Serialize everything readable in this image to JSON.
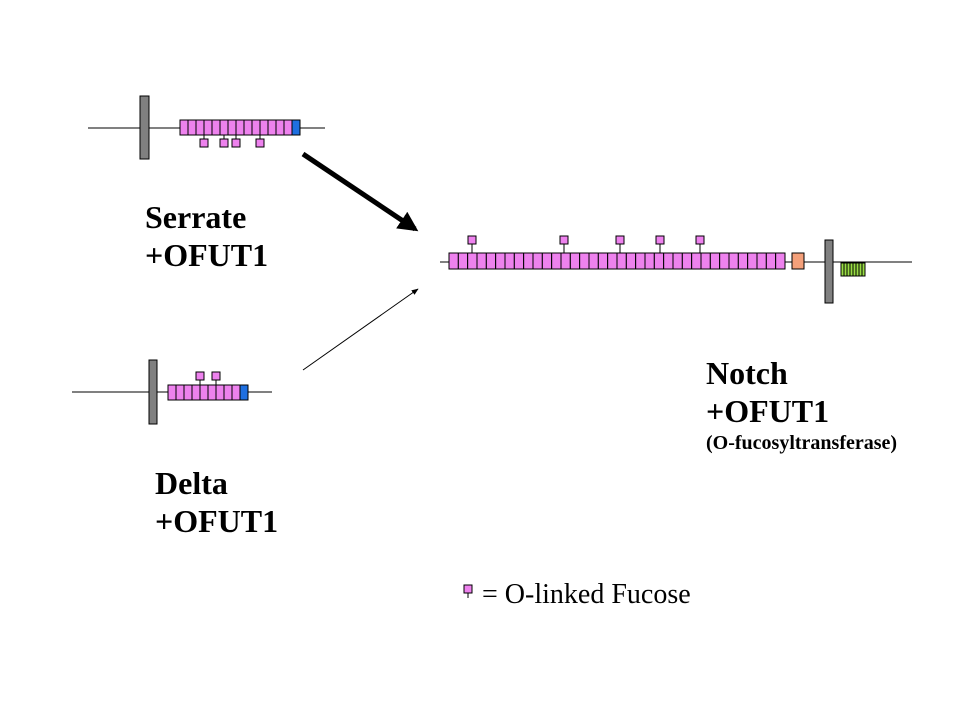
{
  "serrate": {
    "name": "Serrate",
    "modifier": "+OFUT1"
  },
  "delta": {
    "name": "Delta",
    "modifier": "+OFUT1"
  },
  "notch": {
    "name": "Notch",
    "modifier": "+OFUT1",
    "note": "(O-fucosyltransferase)"
  },
  "legend": {
    "text": "= O-linked Fucose"
  },
  "colors": {
    "egf_repeat": "#ee82ee",
    "dsl_domain": "#1e6fe0",
    "lnr_domain": "#f4a07a",
    "ankyrin_domain": "#99dd44",
    "membrane": "#808080",
    "fucose": "#ee82ee"
  },
  "repeat_counts": {
    "serrate": 14,
    "delta": 9,
    "notch": 36,
    "notch_ankyrin": 8
  },
  "fucose_counts": {
    "serrate": 4,
    "delta": 2,
    "notch": 5
  },
  "icons": [
    "arrow-icon",
    "fucose-icon"
  ]
}
